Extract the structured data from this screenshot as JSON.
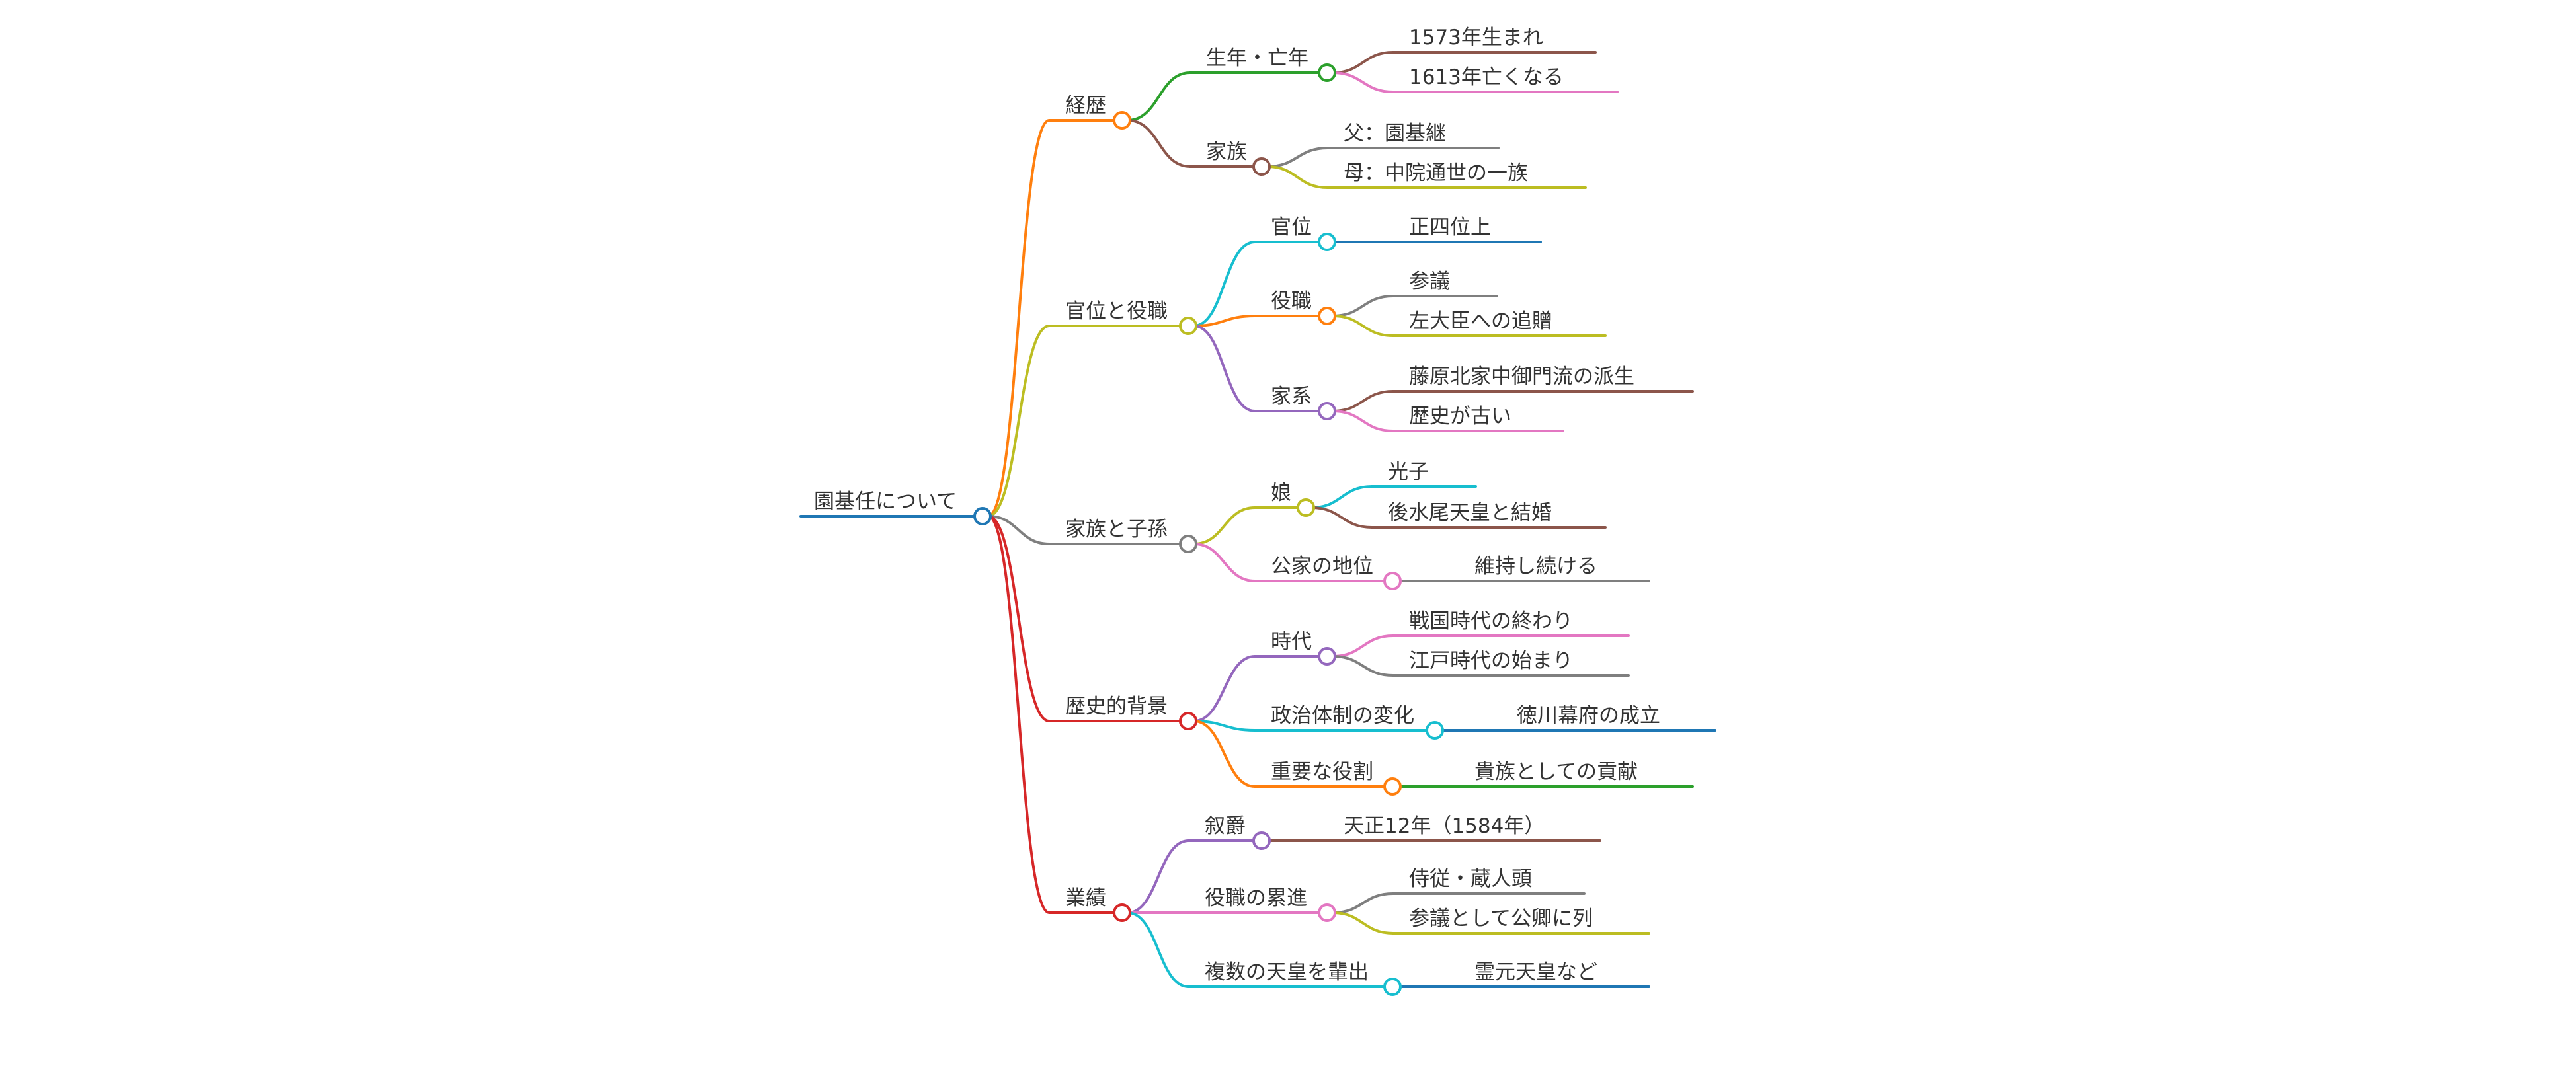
{
  "mindmap": {
    "root": {
      "label": "園基任について",
      "color": "#1f77b4",
      "children": [
        {
          "label": "経歴",
          "color": "#ff7f0e",
          "children": [
            {
              "label": "生年・亡年",
              "color": "#2ca02c",
              "children": [
                {
                  "label": "1573年生まれ",
                  "color": "#8c564b"
                },
                {
                  "label": "1613年亡くなる",
                  "color": "#e377c2"
                }
              ]
            },
            {
              "label": "家族",
              "color": "#8c564b",
              "children": [
                {
                  "label": "父：園基継",
                  "color": "#7f7f7f"
                },
                {
                  "label": "母：中院通世の一族",
                  "color": "#bcbd22"
                }
              ]
            }
          ]
        },
        {
          "label": "官位と役職",
          "color": "#bcbd22",
          "children": [
            {
              "label": "官位",
              "color": "#17becf",
              "children": [
                {
                  "label": "正四位上",
                  "color": "#1f77b4"
                }
              ]
            },
            {
              "label": "役職",
              "color": "#ff7f0e",
              "children": [
                {
                  "label": "参議",
                  "color": "#7f7f7f"
                },
                {
                  "label": "左大臣への追贈",
                  "color": "#bcbd22"
                }
              ]
            },
            {
              "label": "家系",
              "color": "#9467bd",
              "children": [
                {
                  "label": "藤原北家中御門流の派生",
                  "color": "#8c564b"
                },
                {
                  "label": "歴史が古い",
                  "color": "#e377c2"
                }
              ]
            }
          ]
        },
        {
          "label": "家族と子孫",
          "color": "#7f7f7f",
          "children": [
            {
              "label": "娘",
              "color": "#bcbd22",
              "children": [
                {
                  "label": "光子",
                  "color": "#17becf"
                },
                {
                  "label": "後水尾天皇と結婚",
                  "color": "#8c564b"
                }
              ]
            },
            {
              "label": "公家の地位",
              "color": "#e377c2",
              "children": [
                {
                  "label": "維持し続ける",
                  "color": "#7f7f7f"
                }
              ]
            }
          ]
        },
        {
          "label": "歴史的背景",
          "color": "#d62728",
          "children": [
            {
              "label": "時代",
              "color": "#9467bd",
              "children": [
                {
                  "label": "戦国時代の終わり",
                  "color": "#e377c2"
                },
                {
                  "label": "江戸時代の始まり",
                  "color": "#7f7f7f"
                }
              ]
            },
            {
              "label": "政治体制の変化",
              "color": "#17becf",
              "children": [
                {
                  "label": "徳川幕府の成立",
                  "color": "#1f77b4"
                }
              ]
            },
            {
              "label": "重要な役割",
              "color": "#ff7f0e",
              "children": [
                {
                  "label": "貴族としての貢献",
                  "color": "#2ca02c"
                }
              ]
            }
          ]
        },
        {
          "label": "業績",
          "color": "#d62728",
          "children": [
            {
              "label": "叙爵",
              "color": "#9467bd",
              "children": [
                {
                  "label": "天正12年（1584年）",
                  "color": "#8c564b"
                }
              ]
            },
            {
              "label": "役職の累進",
              "color": "#e377c2",
              "children": [
                {
                  "label": "侍従・蔵人頭",
                  "color": "#7f7f7f"
                },
                {
                  "label": "参議として公卿に列",
                  "color": "#bcbd22"
                }
              ]
            },
            {
              "label": "複数の天皇を輩出",
              "color": "#17becf",
              "children": [
                {
                  "label": "霊元天皇など",
                  "color": "#1f77b4"
                }
              ]
            }
          ]
        }
      ]
    }
  }
}
